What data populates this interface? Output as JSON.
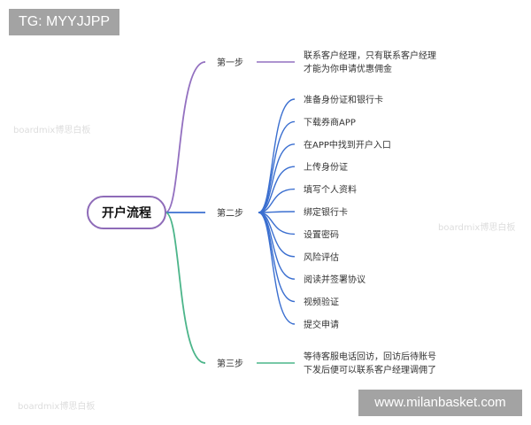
{
  "overlays": {
    "top_left": "TG: MYYJJPP",
    "bottom_right": "www.milanbasket.com"
  },
  "watermark": "boardmix博思白板",
  "colors": {
    "root": "#8e6bb8",
    "step1": "#9370c0",
    "step2": "#3b6fd0",
    "step3": "#4cb58a"
  },
  "root": "开户流程",
  "steps": [
    {
      "label": "第一步",
      "details": [
        "联系客户经理，只有联系客户经理",
        "才能为你申请优惠佣金"
      ]
    },
    {
      "label": "第二步",
      "items": [
        "准备身份证和银行卡",
        "下载券商APP",
        "在APP中找到开户入口",
        "上传身份证",
        "填写个人资料",
        "绑定银行卡",
        "设置密码",
        "风险评估",
        "阅读并签署协议",
        "视频验证",
        "提交申请"
      ]
    },
    {
      "label": "第三步",
      "details": [
        "等待客服电话回访，回访后待账号",
        "下发后便可以联系客户经理调佣了"
      ]
    }
  ]
}
